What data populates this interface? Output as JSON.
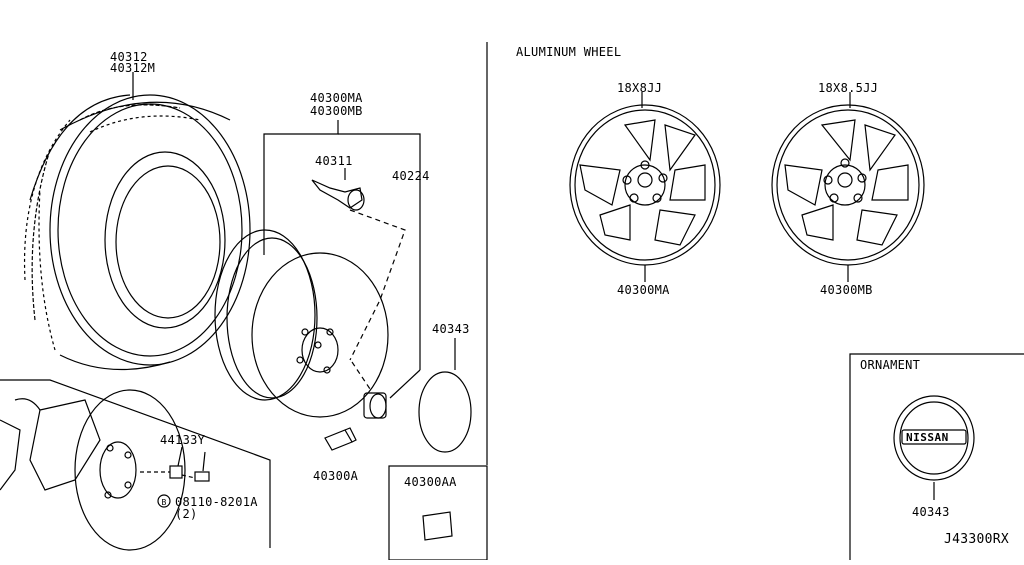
{
  "labels": {
    "tire_a": "40312",
    "tire_b": "40312M",
    "wheel_a": "40300MA",
    "wheel_b": "40300MB",
    "valve": "40311",
    "nut_ref": "40224",
    "cap": "40343",
    "weight": "40300A",
    "weight_box": "40300AA",
    "stud": "44133Y",
    "bolt_ref": "08110-8201A",
    "bolt_qty": "(2)",
    "bolt_badge": "B",
    "section_title": "ALUMINUM WHEEL",
    "size_left": "18X8JJ",
    "size_right": "18X8.5JJ",
    "part_left": "40300MA",
    "part_right": "40300MB",
    "ornament_title": "ORNAMENT",
    "ornament_part": "40343",
    "ornament_logo": "NISSAN",
    "diagram_code": "J43300RX"
  }
}
